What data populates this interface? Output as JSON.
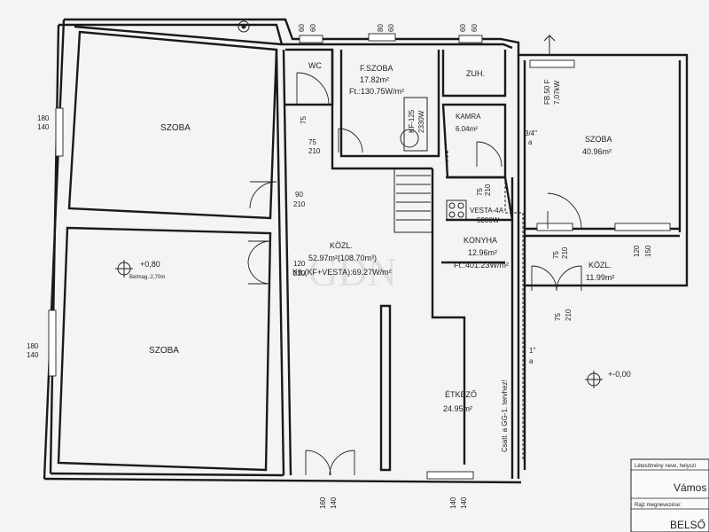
{
  "rooms": {
    "szoba_top_left": "SZOBA",
    "szoba_bottom_left": "SZOBA",
    "wc": "WC",
    "f_szoba": {
      "name": "F.SZOBA",
      "area": "17.82m²",
      "load": "Ft.:130.75W/m²"
    },
    "zuh": "ZUH.",
    "kamra": {
      "name": "KAMRA",
      "area": "6.04m²"
    },
    "szoba_right": {
      "name": "SZOBA",
      "area": "40.96m²"
    },
    "kozl_center": {
      "name": "KÖZL.",
      "area": "52.97m²(108.70m³)",
      "load": "Kft.(KF+VESTA):69.27W/m²"
    },
    "konyha": {
      "name": "KONYHA",
      "area": "12.96m²",
      "load": "Ft.:401.23W/m²"
    },
    "kozl_right": {
      "name": "KÖZL.",
      "area": "11.99m²"
    },
    "etkezo": {
      "name": "ÉTKEZŐ",
      "area": "24.95m²"
    }
  },
  "levels": {
    "left": "+0,80",
    "left_height": "Belmag.:2,70m",
    "right": "+-0,00"
  },
  "equipment": {
    "kf": "KF-125",
    "kf_power": "2330W",
    "fb": "FB.50 F",
    "fb_power": "7,07kW",
    "vesta": "VESTA-4A",
    "vesta_power": "5200W",
    "pipe_a": "3/4\"",
    "pipe_a_sub": "a",
    "pipe_b": "1\"",
    "pipe_b_sub": "a",
    "note": "Csatl. a GG-1. tervhez!"
  },
  "dims": {
    "top_wc_1": "60",
    "top_wc_2": "60",
    "top_fs_1": "80",
    "top_fs_2": "60",
    "top_zuh_1": "60",
    "top_zuh_2": "60",
    "left_w1_a": "180",
    "left_w1_b": "140",
    "left_w2_a": "180",
    "left_w2_b": "140",
    "d_wc_a": "75",
    "d_wc_b": "210",
    "d_hall_a": "75",
    "d_hall_b": "210",
    "d_szoba_a": "90",
    "d_szoba_b": "210",
    "d_szoba2_a": "120",
    "d_szoba2_b": "210",
    "d_kamra_a": "75",
    "d_kamra_b": "210",
    "d_sz_a": "75",
    "d_sz_b": "210",
    "d_kozl_a": "120",
    "d_kozl_b": "150",
    "d_kozl2_a": "75",
    "d_kozl2_b": "210",
    "d_front_a": "160",
    "d_front_b": "140",
    "d_etk_a": "140",
    "d_etk_b": "140"
  },
  "title_block": {
    "row1": "Létesítmény neve, helyszí",
    "row2": "Vámos",
    "row3": "Rajz megnevezése:",
    "row4": "BELSŐ"
  },
  "watermark": "GDN"
}
